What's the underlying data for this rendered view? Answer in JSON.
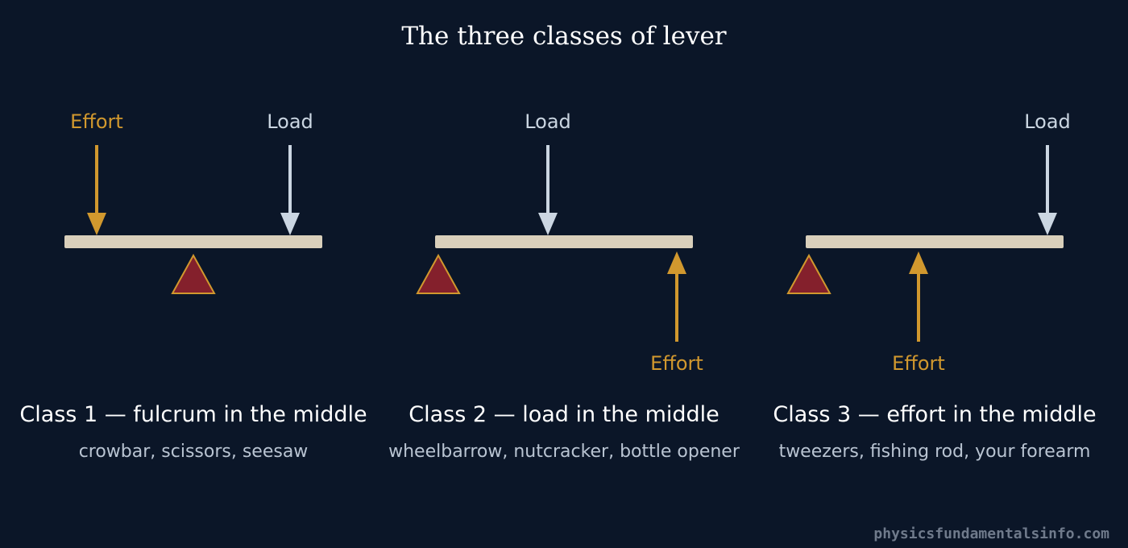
{
  "title": "The three classes of lever",
  "colors": {
    "background": "#0b1628",
    "beam": "#d9cfbb",
    "effort": "#d1982e",
    "load": "#cbd6e2",
    "fulcrum_fill": "#84202c",
    "fulcrum_stroke": "#d1982e"
  },
  "levers": [
    {
      "effort_label": "Effort",
      "load_label": "Load",
      "heading": "Class 1 — fulcrum in the middle",
      "examples": "crowbar, scissors, seesaw"
    },
    {
      "effort_label": "Effort",
      "load_label": "Load",
      "heading": "Class 2 — load in the middle",
      "examples": "wheelbarrow, nutcracker, bottle opener"
    },
    {
      "effort_label": "Effort",
      "load_label": "Load",
      "heading": "Class 3 — effort in the middle",
      "examples": "tweezers, fishing rod, your forearm"
    }
  ],
  "footer": "physicsfundamentalsinfo.com"
}
